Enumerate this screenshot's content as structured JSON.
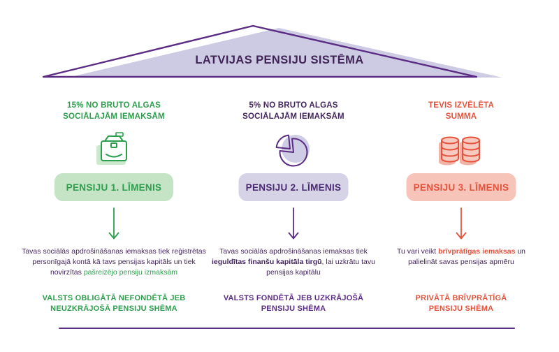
{
  "title": "LATVIJAS PENSIJU SISTĒMA",
  "colors": {
    "roof_fill": "#cdcbe3",
    "roof_outline": "#5b2c83",
    "body_text": "#44265e",
    "baseline": "#5b2c83"
  },
  "columns": [
    {
      "heading_line1": "15% NO BRUTO ALGAS",
      "heading_line2": "SOCIĀLAJĀM IEMAKSĀM",
      "icon": "briefcase-icon",
      "button_label": "PENSIJU 1. LĪMENIS",
      "description_parts": [
        {
          "text": "Tavas sociālās apdrošināšanas iemaksas tiek reģistrētas personīgajā kontā kā tavs pensijas kapitāls un tiek novirzītas "
        },
        {
          "text": "pašreizējo pensiju izmaksām"
        }
      ],
      "scheme_line1": "VALSTS OBLIGĀTĀ NEFONDĒTĀ JEB",
      "scheme_line2": "NEUZKRĀJOŠĀ PENSIJU SHĒMA",
      "colors": {
        "accent": "#2d9e4d",
        "heading": "#2d9e4d",
        "button_bg": "#c5e3c5",
        "button_text": "#2d9e4d",
        "soft": "#cde9cd",
        "icon_fill": "#ffffff"
      }
    },
    {
      "heading_line1": "5% NO BRUTO ALGAS",
      "heading_line2": "SOCIĀLAJĀM IEMAKSĀM",
      "icon": "pie-chart-icon",
      "button_label": "PENSIJU 2. LĪMENIS",
      "description_parts": [
        {
          "text": "Tavas sociālās apdrošināšanas iemaksas tiek "
        },
        {
          "text": "ieguldītas finanšu kapitāla tirgū"
        },
        {
          "text": ", lai uzkrātu tavu pensijas kapitālu"
        }
      ],
      "scheme_line1": "VALSTS FONDĒTĀ JEB UZKRĀJOŠĀ",
      "scheme_line2": "PENSIJU SHĒMA",
      "colors": {
        "accent": "#5b2c83",
        "heading": "#44265e",
        "button_bg": "#d6d3e7",
        "button_text": "#4b2a72",
        "soft": "#cfcde5",
        "icon_fill": "transparent"
      }
    },
    {
      "heading_line1": "TEVIS IZVĒLĒTA",
      "heading_line2": "SUMMA",
      "icon": "coin-stacks-icon",
      "button_label": "PENSIJU 3. LĪMENIS",
      "description_parts": [
        {
          "text": "Tu vari veikt "
        },
        {
          "text": "brīvprātīgas iemaksas"
        },
        {
          "text": " un palielināt savas pensijas apmēru"
        }
      ],
      "scheme_line1": "PRIVĀTĀ BRĪVPRĀTĪGĀ",
      "scheme_line2": "PENSIJU SHĒMA",
      "colors": {
        "accent": "#e5523c",
        "heading": "#e5523c",
        "button_bg": "#f7c4ba",
        "button_text": "#e5523c",
        "soft": "#f2b2a6",
        "icon_fill": "#f8c9bf"
      }
    }
  ]
}
